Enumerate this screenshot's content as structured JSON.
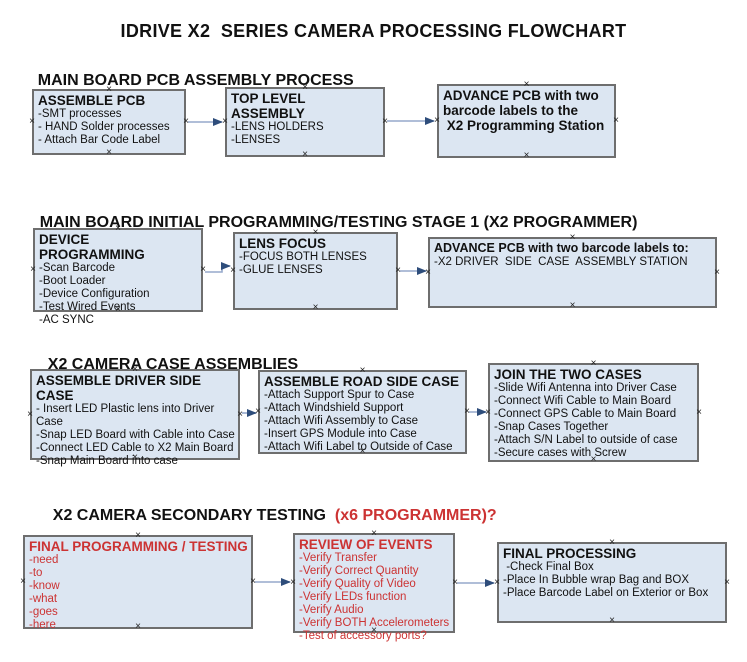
{
  "title": "IDRIVE X2  SERIES CAMERA PROCESSING FLOWCHART",
  "icons": {
    "connection_point": "×"
  },
  "colors": {
    "box_fill": "#dce6f2",
    "box_border": "#6e6e6e",
    "connector_line": "#96a9cb",
    "connector_arrow": "#2e4d7b",
    "red_text": "#cc3333",
    "black_text": "#111111"
  },
  "sections": [
    {
      "heading": "MAIN BOARD PCB ASSEMBLY PROCESS",
      "heading_suffix": ""
    },
    {
      "heading": "MAIN BOARD INITIAL PROGRAMMING/TESTING STAGE 1 (X2 PROGRAMMER)",
      "heading_suffix": ""
    },
    {
      "heading": "X2 CAMERA CASE ASSEMBLIES",
      "heading_suffix": ""
    },
    {
      "heading": "X2 CAMERA SECONDARY TESTING",
      "heading_suffix": "  (x6 PROGRAMMER)?"
    }
  ],
  "boxes": [
    {
      "title": "ASSEMBLE PCB",
      "items": [
        "-SMT processes",
        "- HAND Solder processes",
        "- Attach Bar Code Label"
      ],
      "text_color": "black"
    },
    {
      "title": "TOP LEVEL ASSEMBLY",
      "items": [
        "-LENS HOLDERS",
        "-LENSES"
      ],
      "text_color": "black"
    },
    {
      "title": "ADVANCE PCB with two\nbarcode labels to the\n X2 Programming Station",
      "items": [],
      "text_color": "black"
    },
    {
      "title": "DEVICE PROGRAMMING",
      "items": [
        "-Scan Barcode",
        "-Boot Loader",
        "-Device Configuration",
        "-Test Wired Events",
        "-AC SYNC"
      ],
      "text_color": "black"
    },
    {
      "title": "LENS FOCUS",
      "items": [
        "-FOCUS BOTH LENSES",
        "-GLUE LENSES"
      ],
      "text_color": "black"
    },
    {
      "title": "ADVANCE PCB with two barcode labels to:",
      "items": [
        "-X2 DRIVER  SIDE  CASE  ASSEMBLY STATION"
      ],
      "text_color": "black"
    },
    {
      "title": "ASSEMBLE DRIVER SIDE CASE",
      "items": [
        "- Insert LED Plastic lens into Driver Case",
        "-Snap LED Board with Cable into Case",
        "-Connect LED Cable to X2 Main Board",
        "-Snap Main Board into case"
      ],
      "text_color": "black"
    },
    {
      "title": "ASSEMBLE ROAD SIDE CASE",
      "items": [
        "-Attach Support Spur to Case",
        "-Attach Windshield Support",
        "-Attach Wifi Assembly to Case",
        "-Insert GPS Module into Case",
        "-Attach Wifi Label to Outside of Case"
      ],
      "text_color": "black"
    },
    {
      "title": "JOIN THE TWO CASES",
      "items": [
        "-Slide Wifi Antenna into Driver Case",
        "-Connect Wifi Cable to Main Board",
        "-Connect GPS Cable to Main Board",
        "-Snap Cases Together",
        "-Attach S/N Label to outside of case",
        "-Secure cases with Screw"
      ],
      "text_color": "black"
    },
    {
      "title": "FINAL PROGRAMMING / TESTING",
      "items": [
        "-need",
        "-to",
        "-know",
        "-what",
        "-goes",
        "-here"
      ],
      "text_color": "red"
    },
    {
      "title": "REVIEW OF EVENTS",
      "items": [
        "-Verify Transfer",
        "-Verify Correct Quantity",
        "-Verify Quality of Video",
        "-Verify LEDs function",
        "-Verify Audio",
        "-Verify BOTH Accelerometers",
        "-Test of accessory ports?"
      ],
      "text_color": "red"
    },
    {
      "title": "FINAL PROCESSING",
      "items": [
        " -Check Final Box",
        "-Place In Bubble wrap Bag and BOX",
        "-Place Barcode Label on Exterior or Box"
      ],
      "text_color": "black"
    }
  ]
}
